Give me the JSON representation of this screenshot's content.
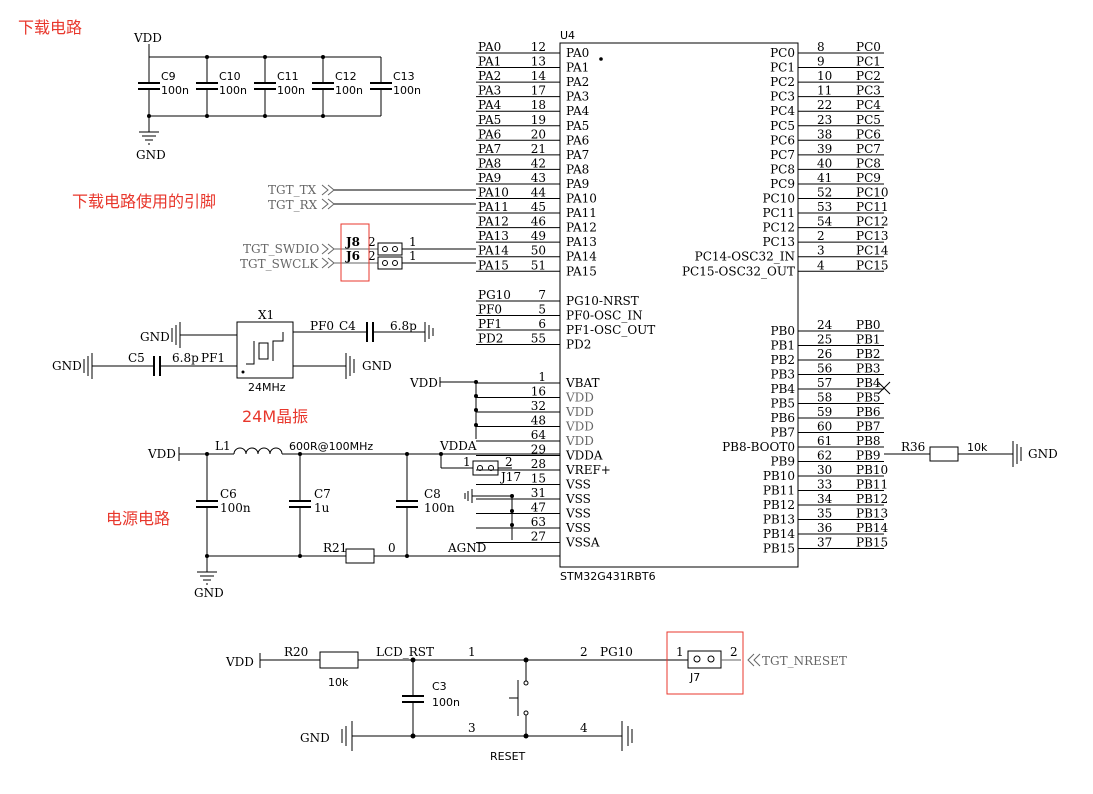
{
  "titles": {
    "download": "下载电路",
    "download_pins": "下载电路使用的引脚",
    "crystal": "24M晶振",
    "power": "电源电路"
  },
  "chip": {
    "ref": "U4",
    "part": "STM32G431RBT6",
    "left": [
      {
        "pin": "12",
        "name": "PA0",
        "net": "PA0"
      },
      {
        "pin": "13",
        "name": "PA1",
        "net": "PA1"
      },
      {
        "pin": "14",
        "name": "PA2",
        "net": "PA2"
      },
      {
        "pin": "17",
        "name": "PA3",
        "net": "PA3"
      },
      {
        "pin": "18",
        "name": "PA4",
        "net": "PA4"
      },
      {
        "pin": "19",
        "name": "PA5",
        "net": "PA5"
      },
      {
        "pin": "20",
        "name": "PA6",
        "net": "PA6"
      },
      {
        "pin": "21",
        "name": "PA7",
        "net": "PA7"
      },
      {
        "pin": "42",
        "name": "PA8",
        "net": "PA8"
      },
      {
        "pin": "43",
        "name": "PA9",
        "net": "PA9"
      },
      {
        "pin": "44",
        "name": "PA10",
        "net": "PA10"
      },
      {
        "pin": "45",
        "name": "PA11",
        "net": "PA11"
      },
      {
        "pin": "46",
        "name": "PA12",
        "net": "PA12"
      },
      {
        "pin": "49",
        "name": "PA13",
        "net": "PA13"
      },
      {
        "pin": "50",
        "name": "PA14",
        "net": "PA14"
      },
      {
        "pin": "51",
        "name": "PA15",
        "net": "PA15"
      },
      {
        "pin": "7",
        "name": "PG10-NRST",
        "net": "PG10"
      },
      {
        "pin": "5",
        "name": "PF0-OSC_IN",
        "net": "PF0"
      },
      {
        "pin": "6",
        "name": "PF1-OSC_OUT",
        "net": "PF1"
      },
      {
        "pin": "55",
        "name": "PD2",
        "net": "PD2"
      },
      {
        "pin": "1",
        "name": "VBAT",
        "net": ""
      },
      {
        "pin": "16",
        "name": "VDD",
        "net": ""
      },
      {
        "pin": "32",
        "name": "VDD",
        "net": ""
      },
      {
        "pin": "48",
        "name": "VDD",
        "net": ""
      },
      {
        "pin": "64",
        "name": "VDD",
        "net": ""
      },
      {
        "pin": "29",
        "name": "VDDA",
        "net": "VDDA"
      },
      {
        "pin": "28",
        "name": "VREF+",
        "net": ""
      },
      {
        "pin": "15",
        "name": "VSS",
        "net": ""
      },
      {
        "pin": "31",
        "name": "VSS",
        "net": ""
      },
      {
        "pin": "47",
        "name": "VSS",
        "net": ""
      },
      {
        "pin": "63",
        "name": "VSS",
        "net": ""
      },
      {
        "pin": "27",
        "name": "VSSA",
        "net": "AGND"
      }
    ],
    "right": [
      {
        "pin": "8",
        "name": "PC0",
        "net": "PC0"
      },
      {
        "pin": "9",
        "name": "PC1",
        "net": "PC1"
      },
      {
        "pin": "10",
        "name": "PC2",
        "net": "PC2"
      },
      {
        "pin": "11",
        "name": "PC3",
        "net": "PC3"
      },
      {
        "pin": "22",
        "name": "PC4",
        "net": "PC4"
      },
      {
        "pin": "23",
        "name": "PC5",
        "net": "PC5"
      },
      {
        "pin": "38",
        "name": "PC6",
        "net": "PC6"
      },
      {
        "pin": "39",
        "name": "PC7",
        "net": "PC7"
      },
      {
        "pin": "40",
        "name": "PC8",
        "net": "PC8"
      },
      {
        "pin": "41",
        "name": "PC9",
        "net": "PC9"
      },
      {
        "pin": "52",
        "name": "PC10",
        "net": "PC10"
      },
      {
        "pin": "53",
        "name": "PC11",
        "net": "PC11"
      },
      {
        "pin": "54",
        "name": "PC12",
        "net": "PC12"
      },
      {
        "pin": "2",
        "name": "PC13",
        "net": "PC13"
      },
      {
        "pin": "3",
        "name": "PC14-OSC32_IN",
        "net": "PC14"
      },
      {
        "pin": "4",
        "name": "PC15-OSC32_OUT",
        "net": "PC15"
      },
      {
        "pin": "24",
        "name": "PB0",
        "net": "PB0"
      },
      {
        "pin": "25",
        "name": "PB1",
        "net": "PB1"
      },
      {
        "pin": "26",
        "name": "PB2",
        "net": "PB2"
      },
      {
        "pin": "56",
        "name": "PB3",
        "net": "PB3"
      },
      {
        "pin": "57",
        "name": "PB4",
        "net": "PB4"
      },
      {
        "pin": "58",
        "name": "PB5",
        "net": "PB5"
      },
      {
        "pin": "59",
        "name": "PB6",
        "net": "PB6"
      },
      {
        "pin": "60",
        "name": "PB7",
        "net": "PB7"
      },
      {
        "pin": "61",
        "name": "PB8-BOOT0",
        "net": "PB8"
      },
      {
        "pin": "62",
        "name": "PB9",
        "net": "PB9"
      },
      {
        "pin": "30",
        "name": "PB10",
        "net": "PB10"
      },
      {
        "pin": "33",
        "name": "PB11",
        "net": "PB11"
      },
      {
        "pin": "34",
        "name": "PB12",
        "net": "PB12"
      },
      {
        "pin": "35",
        "name": "PB13",
        "net": "PB13"
      },
      {
        "pin": "36",
        "name": "PB14",
        "net": "PB14"
      },
      {
        "pin": "37",
        "name": "PB15",
        "net": "PB15"
      }
    ]
  },
  "decoupling": {
    "supply": "VDD",
    "ground": "GND",
    "caps": [
      {
        "ref": "C9",
        "value": "100n"
      },
      {
        "ref": "C10",
        "value": "100n"
      },
      {
        "ref": "C11",
        "value": "100n"
      },
      {
        "ref": "C12",
        "value": "100n"
      },
      {
        "ref": "C13",
        "value": "100n"
      }
    ]
  },
  "debug": {
    "tx": "TGT_TX",
    "rx": "TGT_RX",
    "swdio": "TGT_SWDIO",
    "swclk": "TGT_SWCLK",
    "j8": "J8",
    "j6": "J6",
    "pin1": "1",
    "pin2": "2"
  },
  "crystal": {
    "ref": "X1",
    "freq": "24MHz",
    "gnd": "GND",
    "c4": "C4",
    "c4_value": "6.8p",
    "c5": "C5",
    "c5_value": "6.8p",
    "pf0": "PF0",
    "pf1": "PF1"
  },
  "power": {
    "vdd": "VDD",
    "vdda": "VDDA",
    "agnd": "AGND",
    "gnd": "GND",
    "l1": "L1",
    "l1_value": "600R@100MHz",
    "c6": "C6",
    "c6_value": "100n",
    "c7": "C7",
    "c7_value": "1u",
    "c8": "C8",
    "c8_value": "100n",
    "r21": "R21",
    "r21_value": "0",
    "j17": "J17",
    "j17_pin1": "1",
    "j17_pin2": "2"
  },
  "boot": {
    "r36": "R36",
    "value": "10k",
    "gnd": "GND"
  },
  "reset": {
    "vdd": "VDD",
    "r20": "R20",
    "r20_value": "10k",
    "net": "LCD_RST",
    "pin1": "1",
    "pin2": "2",
    "pin3": "3",
    "pin4": "4",
    "pg10": "PG10",
    "c3": "C3",
    "c3_value": "100n",
    "gnd": "GND",
    "button": "RESET",
    "j7": "J7",
    "j7_pin1": "1",
    "j7_pin2": "2",
    "nreset": "TGT_NRESET"
  }
}
